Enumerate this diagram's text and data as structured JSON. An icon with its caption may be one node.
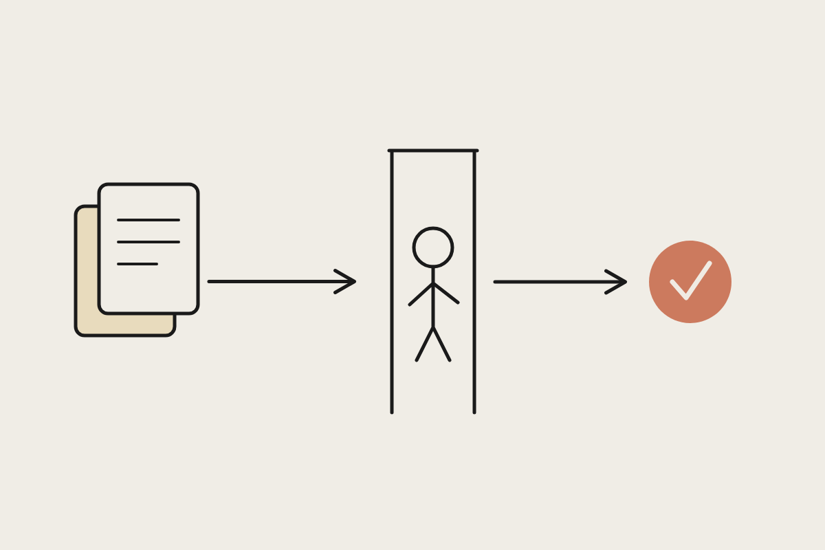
{
  "diagram": {
    "nodes": [
      {
        "text": [],
        "shape": "picture"
      },
      {
        "text": [],
        "shape": "person"
      },
      {
        "text": [],
        "shape": "circle"
      }
    ],
    "edges": [
      {
        "from": 0,
        "to": 1,
        "arrow": "to"
      },
      {
        "from": 1,
        "to": 2,
        "arrow": "to"
      }
    ]
  }
}
